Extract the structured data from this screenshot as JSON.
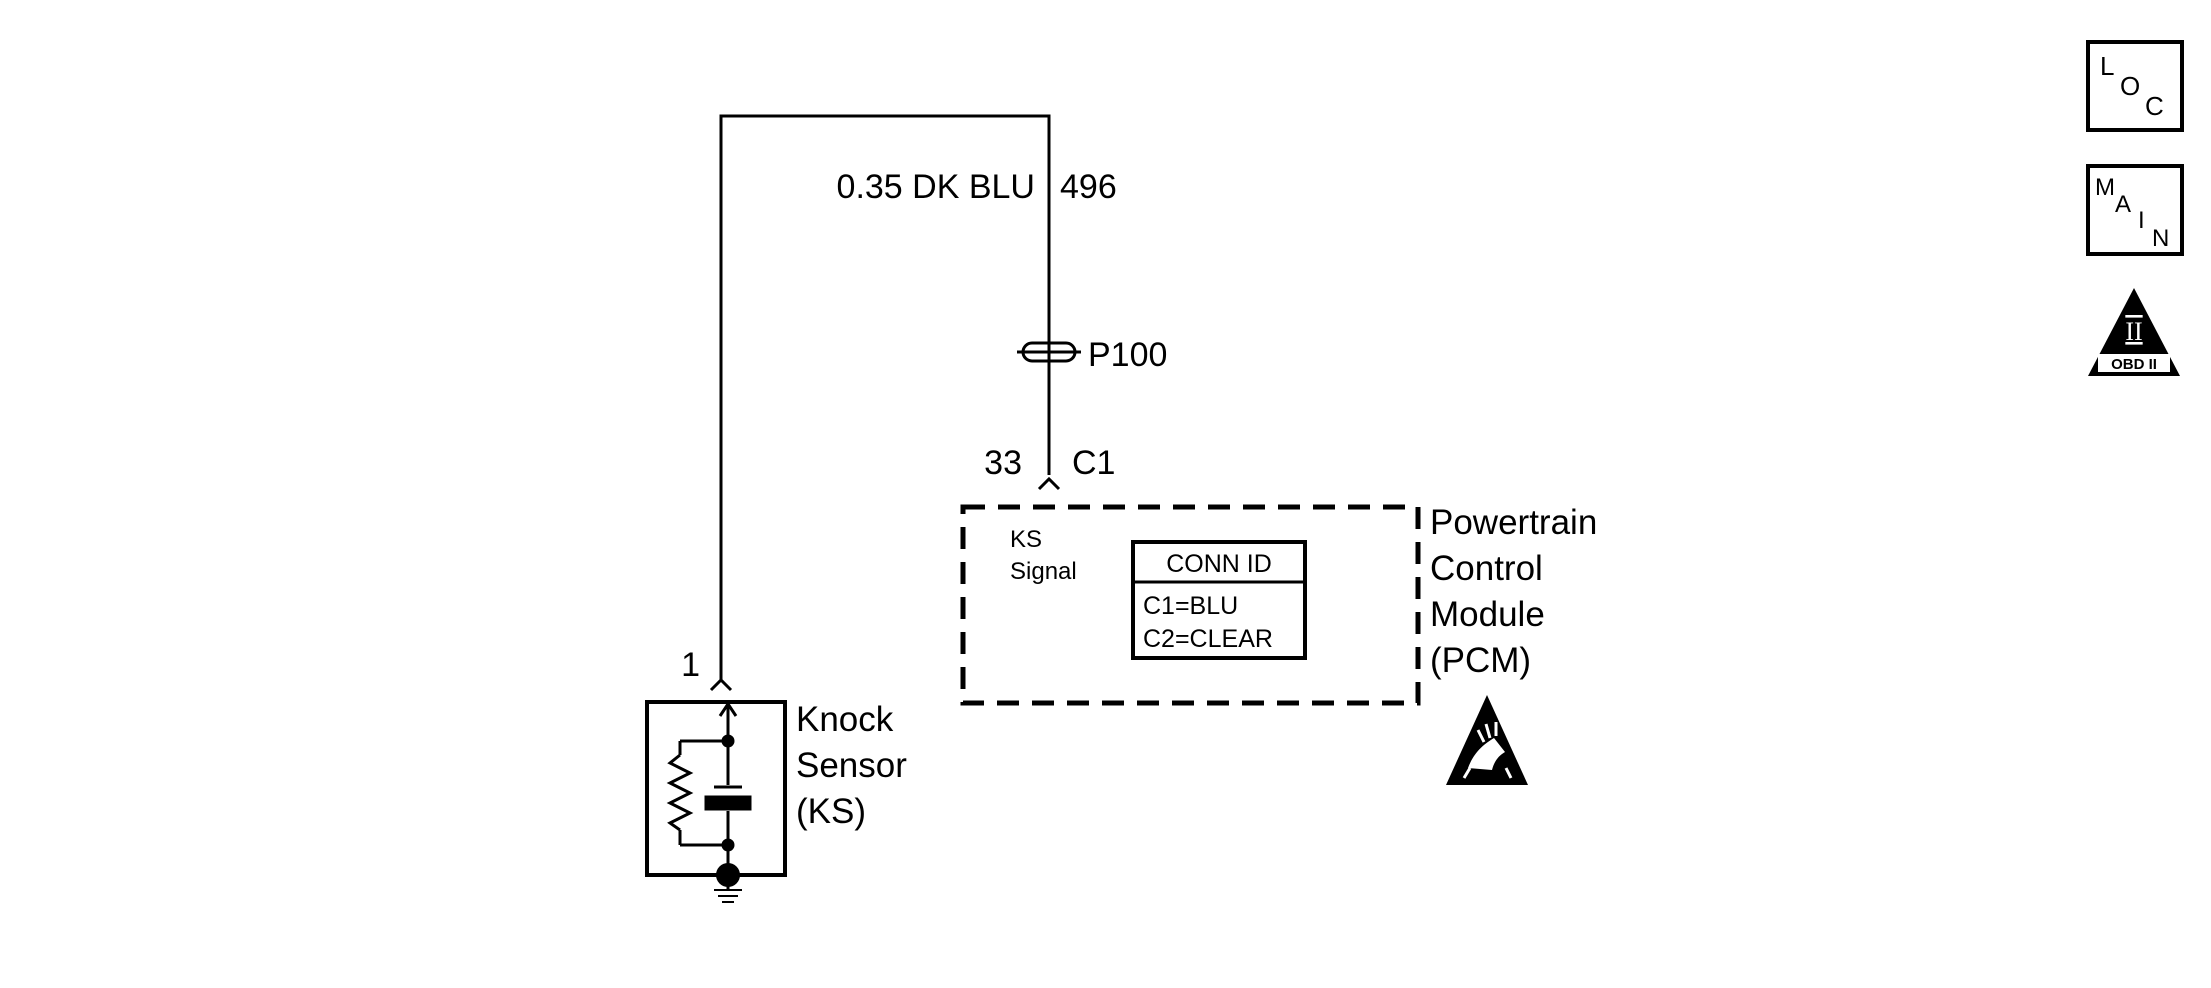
{
  "wire": {
    "size_color": "0.35 DK BLU",
    "circuit": "496"
  },
  "splice": {
    "label": "P100"
  },
  "pcm_connector": {
    "pin": "33",
    "connector": "C1"
  },
  "pcm": {
    "name_lines": [
      "Powertrain",
      "Control",
      "Module",
      "(PCM)"
    ],
    "signal_lines": [
      "KS",
      "Signal"
    ],
    "conn_id": {
      "header": "CONN ID",
      "rows": [
        "C1=BLU",
        "C2=CLEAR"
      ]
    }
  },
  "sensor": {
    "pin": "1",
    "name_lines": [
      "Knock",
      "Sensor",
      "(KS)"
    ]
  },
  "side_icons": {
    "loc": {
      "letters": [
        "L",
        "O",
        "C"
      ]
    },
    "main": {
      "letters": [
        "M",
        "A",
        "I",
        "N"
      ]
    },
    "obd": {
      "roman": "II",
      "text": "OBD II"
    }
  },
  "esd_icon": "esd-warning-icon"
}
